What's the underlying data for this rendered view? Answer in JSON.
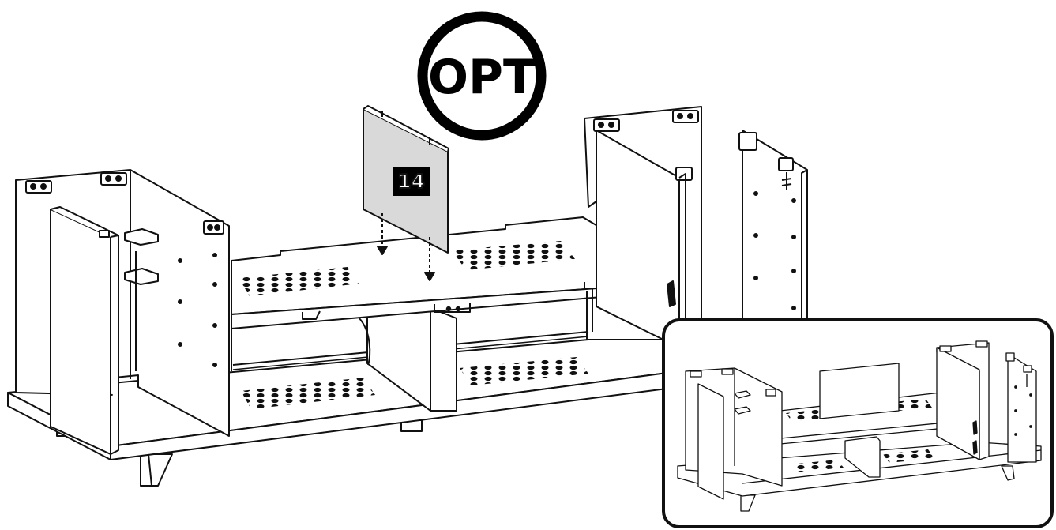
{
  "step": {
    "optional_badge": "OPT",
    "part_number": "14"
  },
  "colors": {
    "line": "#111111",
    "panel_fill": "#ffffff",
    "highlight_part_fill": "#d9d9d9",
    "label_bg": "#000000",
    "label_text": "#ffffff"
  },
  "icons": {
    "badge": "optional-step-badge",
    "inset": "finished-assembly-preview",
    "arrows": "insert-down-arrow"
  }
}
